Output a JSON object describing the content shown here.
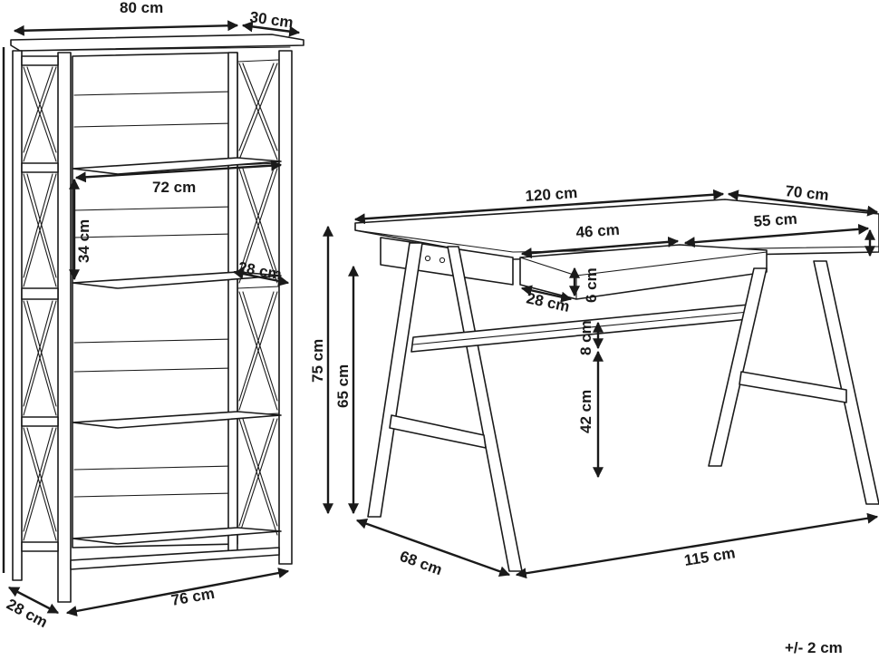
{
  "bookcase": {
    "width": "80 cm",
    "depth_top": "30 cm",
    "shelf_width": "72 cm",
    "shelf_height": "34 cm",
    "shelf_depth": "28 cm",
    "base_depth": "28 cm",
    "base_width": "76 cm"
  },
  "desk": {
    "width": "120 cm",
    "depth": "70 cm",
    "drawer_width": "46 cm",
    "right_section": "55 cm",
    "drawer_depth": "28 cm",
    "drawer_height": "6 cm",
    "total_height": "75 cm",
    "under_top_height": "65 cm",
    "gap": "8 cm",
    "leg_gap": "42 cm",
    "base_depth": "68 cm",
    "base_width": "115 cm"
  },
  "tolerance": "+/- 2 cm"
}
